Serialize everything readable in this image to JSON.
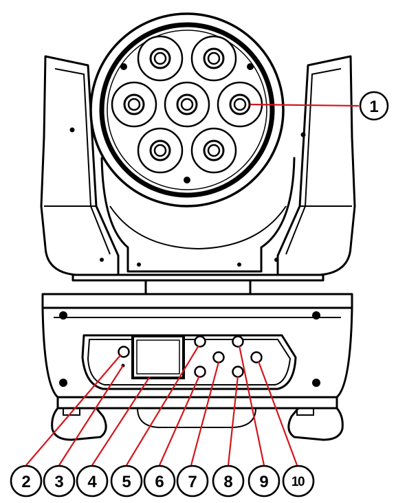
{
  "callouts": {
    "c1": "1",
    "c2": "2",
    "c3": "3",
    "c4": "4",
    "c5": "5",
    "c6": "6",
    "c7": "7",
    "c8": "8",
    "c9": "9",
    "c10": "10"
  },
  "colors": {
    "line": "#000000",
    "leader": "#d4141c",
    "background": "#ffffff"
  }
}
